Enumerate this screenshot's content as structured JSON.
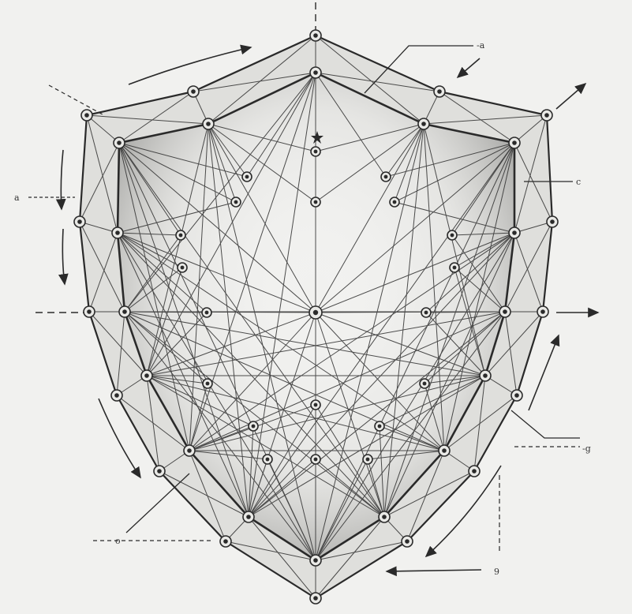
{
  "diagram": {
    "subject": "shield-network",
    "colors": {
      "background": "#f1f1ef",
      "ink": "#2a2a2a",
      "shading": "#8a8a88"
    },
    "annotations": [
      {
        "id": "top-right-a",
        "text": "-a"
      },
      {
        "id": "right-upper",
        "text": "c"
      },
      {
        "id": "left-mid",
        "text": "a"
      },
      {
        "id": "right-lower",
        "text": "-g"
      },
      {
        "id": "bottom-left",
        "text": "o"
      },
      {
        "id": "bottom-right",
        "text": "9"
      }
    ]
  }
}
